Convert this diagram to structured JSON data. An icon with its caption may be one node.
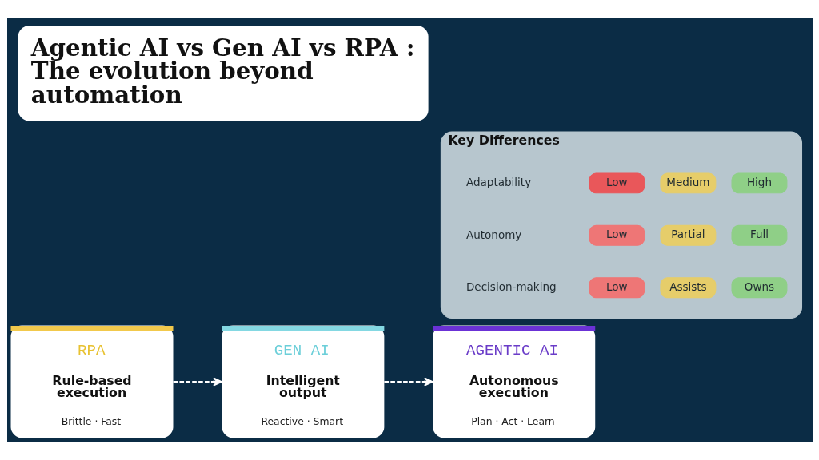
{
  "diagram": {
    "title": "Agentic AI vs Gen AI vs RPA : The evolution beyond automation",
    "nodes": [
      {
        "text": [
          "Key Differences"
        ]
      },
      {
        "text": [
          "Low"
        ],
        "in": 0
      },
      {
        "text": [
          "Medium"
        ],
        "in": 0
      },
      {
        "text": [
          "High"
        ],
        "in": 0
      },
      {
        "text": [
          "Low"
        ],
        "in": 0
      },
      {
        "text": [
          "Partial"
        ],
        "in": 0
      },
      {
        "text": [
          "Full"
        ],
        "in": 0
      },
      {
        "text": [
          "Low"
        ],
        "in": 0
      },
      {
        "text": [
          "Assists"
        ],
        "in": 0
      },
      {
        "text": [
          "Owns"
        ],
        "in": 0
      },
      {
        "text": [
          "RPA",
          "Rule-based execution",
          "Brittle · Fast"
        ]
      },
      {
        "text": [
          "GEN AI",
          "Intelligent output",
          "Reactive · Smart"
        ]
      },
      {
        "text": [
          "AGENTIC AI",
          "Autonomous execution",
          "Plan · Act · Learn"
        ]
      }
    ],
    "edges": [
      {
        "from": 10,
        "to": 11,
        "arrow": "to",
        "style": "dashed"
      },
      {
        "from": 11,
        "to": 12,
        "arrow": "to",
        "style": "dashed"
      }
    ],
    "labels": [
      "Adaptability",
      "Autonomy",
      "Decision-making"
    ]
  }
}
